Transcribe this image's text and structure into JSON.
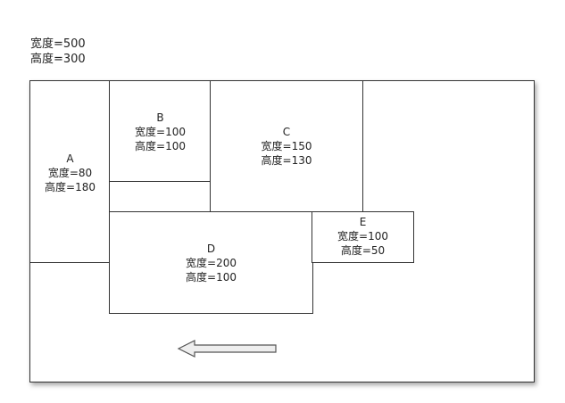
{
  "container": {
    "width_label": "宽度=500",
    "height_label": "高度=300"
  },
  "boxes": {
    "a": {
      "name": "A",
      "width_label": "宽度=80",
      "height_label": "高度=180"
    },
    "b": {
      "name": "B",
      "width_label": "宽度=100",
      "height_label": "高度=100"
    },
    "c": {
      "name": "C",
      "width_label": "宽度=150",
      "height_label": "高度=130"
    },
    "d": {
      "name": "D",
      "width_label": "宽度=200",
      "height_label": "高度=100"
    },
    "e": {
      "name": "E",
      "width_label": "宽度=100",
      "height_label": "高度=50"
    }
  },
  "arrow": {
    "icon": "left-arrow-icon",
    "stroke": "#555555",
    "fill": "#eeeeee"
  }
}
